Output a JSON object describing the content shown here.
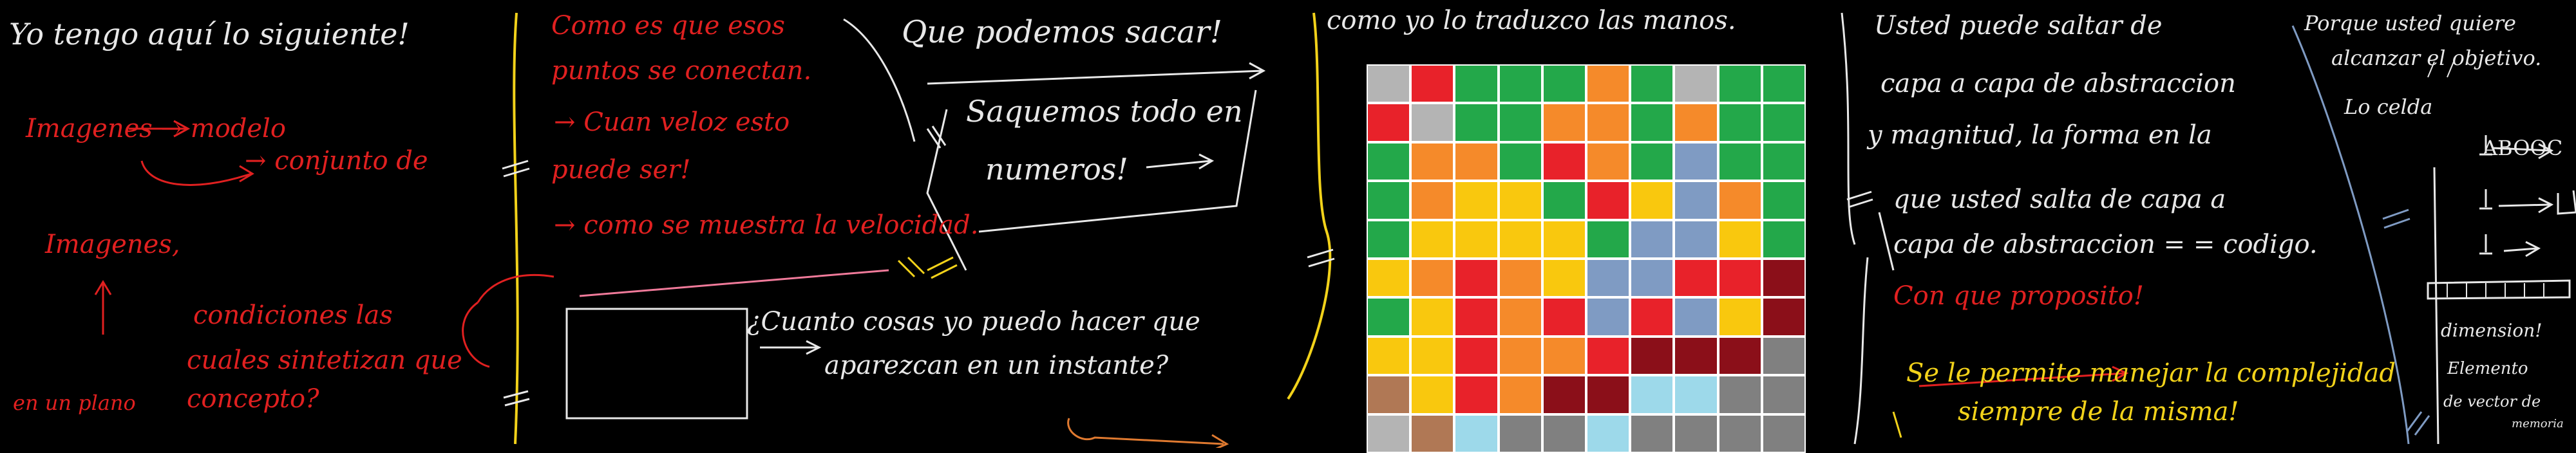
{
  "colors": {
    "background": "#000000",
    "white_ink": "#e8e8e8",
    "red_ink": "#e02020",
    "yellow_ink": "#f2d21a",
    "pink_ink": "#f07a9a",
    "orange_ink": "#e07a30"
  },
  "panel1": {
    "title": "Yo tengo aquí lo siguiente!",
    "line1": "Imagenes → modelo",
    "line2": "→ conjunto de",
    "line3": "Imagenes,",
    "line4": "condiciones las",
    "line5": "cuales sintetizan que",
    "line6": "concepto?",
    "line7": "en un plano"
  },
  "panel2": {
    "line1": "Como es que esos",
    "line2": "puntos se conectan.",
    "line3": "→ Cuan veloz esto",
    "line4": "puede ser!",
    "line5": "→ como se muestra la velocidad."
  },
  "panel3": {
    "line1": "Que podemos sacar!",
    "line2": "Saquemos todo en",
    "line3": "numeros!",
    "line4": "¿Cuanto cosas yo puedo hacer que",
    "line5": "aparezcan en un instante?"
  },
  "panel4": {
    "line1": "como yo lo traduzco las manos."
  },
  "panel5": {
    "line1": "Usted puede saltar de",
    "line2": "capa a capa de abstraccion",
    "line3": "y magnitud, la forma en la",
    "line4": "que usted salta de capa a",
    "line5": "capa de abstraccion = = codigo.",
    "line6": "Con que proposito!",
    "line7": "Se le permite manejar la complejidad",
    "line8": "siempre de la misma!"
  },
  "panel6": {
    "line1": "Porque usted quiere",
    "line2": "alcanzar el objetivo.",
    "line3": "Lo celda",
    "line4": "ABOOC",
    "line5": "dimension!",
    "line6": "Elemento",
    "line7": "de vector de",
    "line8": "memoria"
  },
  "grid": {
    "rows": 10,
    "cols": 10,
    "cells": [
      [
        "#b4b4b4",
        "#e8222a",
        "#23a84a",
        "#23a84a",
        "#23a84a",
        "#f58a2a",
        "#23a84a",
        "#b4b4b4",
        "#23a84a",
        "#23a84a"
      ],
      [
        "#e8222a",
        "#b4b4b4",
        "#23a84a",
        "#23a84a",
        "#f58a2a",
        "#f58a2a",
        "#23a84a",
        "#f58a2a",
        "#23a84a",
        "#23a84a"
      ],
      [
        "#23a84a",
        "#f58a2a",
        "#f58a2a",
        "#23a84a",
        "#e8222a",
        "#f58a2a",
        "#23a84a",
        "#7f9bc3",
        "#23a84a",
        "#23a84a"
      ],
      [
        "#23a84a",
        "#f58a2a",
        "#f9c80e",
        "#f9c80e",
        "#23a84a",
        "#e8222a",
        "#f9c80e",
        "#7f9bc3",
        "#f58a2a",
        "#23a84a"
      ],
      [
        "#23a84a",
        "#f9c80e",
        "#f9c80e",
        "#f9c80e",
        "#f9c80e",
        "#23a84a",
        "#7f9bc3",
        "#7f9bc3",
        "#f9c80e",
        "#23a84a"
      ],
      [
        "#f9c80e",
        "#f58a2a",
        "#e8222a",
        "#f58a2a",
        "#f9c80e",
        "#7f9bc3",
        "#7f9bc3",
        "#e8222a",
        "#e8222a",
        "#8b0f19"
      ],
      [
        "#23a84a",
        "#f9c80e",
        "#e8222a",
        "#f58a2a",
        "#e8222a",
        "#7f9bc3",
        "#e8222a",
        "#7f9bc3",
        "#f9c80e",
        "#8b0f19"
      ],
      [
        "#f9c80e",
        "#f9c80e",
        "#e8222a",
        "#f58a2a",
        "#f58a2a",
        "#e8222a",
        "#8b0f19",
        "#8b0f19",
        "#8b0f19",
        "#808080"
      ],
      [
        "#b07855",
        "#f9c80e",
        "#e8222a",
        "#f58a2a",
        "#8b0f19",
        "#8b0f19",
        "#9dd9ea",
        "#9dd9ea",
        "#808080",
        "#808080"
      ],
      [
        "#b4b4b4",
        "#b07855",
        "#9dd9ea",
        "#808080",
        "#808080",
        "#9dd9ea",
        "#808080",
        "#808080",
        "#808080",
        "#808080"
      ]
    ]
  }
}
